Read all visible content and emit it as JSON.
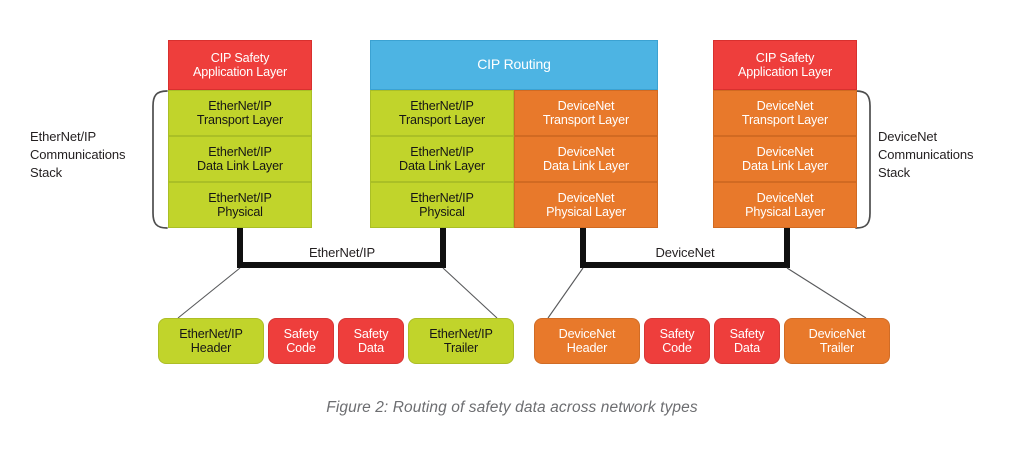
{
  "figure": {
    "caption": "Figure 2: Routing of safety data across network types"
  },
  "colors": {
    "safety_red": "#ee3e3c",
    "ethernetip_green": "#c1d42b",
    "devicenet_orange": "#e8792b",
    "cip_routing_blue": "#4db4e3",
    "bus_black": "#101010",
    "bracket_gray": "#4d4d4d",
    "caption_gray": "#6d6e71"
  },
  "annotations": {
    "left_stack_label": "EtherNet/IP\nCommunications\nStack",
    "left_stack_label_lines": [
      "EtherNet/IP",
      "Communications",
      "Stack"
    ],
    "right_stack_label_lines": [
      "DeviceNet",
      "Communications",
      "Stack"
    ]
  },
  "stacks": [
    {
      "id": "left-device-stack",
      "name": "EtherNet/IP safety device stack",
      "top": {
        "name": "cip-safety-application-layer",
        "lines": [
          "CIP Safety",
          "Application Layer"
        ],
        "color": "safety_red"
      },
      "columns": [
        {
          "id": "ethernetip-column",
          "color": "ethernetip_green",
          "layers": [
            {
              "name": "ethernetip-transport-layer",
              "lines": [
                "EtherNet/IP",
                "Transport Layer"
              ]
            },
            {
              "name": "ethernetip-data-link-layer",
              "lines": [
                "EtherNet/IP",
                "Data Link Layer"
              ]
            },
            {
              "name": "ethernetip-physical",
              "lines": [
                "EtherNet/IP",
                "Physical"
              ]
            }
          ]
        }
      ]
    },
    {
      "id": "center-router-stack",
      "name": "CIP routing device stack",
      "top": {
        "name": "cip-routing-layer",
        "lines": [
          "CIP Routing"
        ],
        "color": "cip_routing_blue"
      },
      "columns": [
        {
          "id": "ethernetip-column",
          "color": "ethernetip_green",
          "layers": [
            {
              "name": "ethernetip-transport-layer",
              "lines": [
                "EtherNet/IP",
                "Transport Layer"
              ]
            },
            {
              "name": "ethernetip-data-link-layer",
              "lines": [
                "EtherNet/IP",
                "Data Link Layer"
              ]
            },
            {
              "name": "ethernetip-physical",
              "lines": [
                "EtherNet/IP",
                "Physical"
              ]
            }
          ]
        },
        {
          "id": "devicenet-column",
          "color": "devicenet_orange",
          "layers": [
            {
              "name": "devicenet-transport-layer",
              "lines": [
                "DeviceNet",
                "Transport Layer"
              ]
            },
            {
              "name": "devicenet-data-link-layer",
              "lines": [
                "DeviceNet",
                "Data Link Layer"
              ]
            },
            {
              "name": "devicenet-physical-layer",
              "lines": [
                "DeviceNet",
                "Physical Layer"
              ]
            }
          ]
        }
      ]
    },
    {
      "id": "right-device-stack",
      "name": "DeviceNet safety device stack",
      "top": {
        "name": "cip-safety-application-layer",
        "lines": [
          "CIP Safety",
          "Application Layer"
        ],
        "color": "safety_red"
      },
      "columns": [
        {
          "id": "devicenet-column",
          "color": "devicenet_orange",
          "layers": [
            {
              "name": "devicenet-transport-layer",
              "lines": [
                "DeviceNet",
                "Transport Layer"
              ]
            },
            {
              "name": "devicenet-data-link-layer",
              "lines": [
                "DeviceNet",
                "Data Link Layer"
              ]
            },
            {
              "name": "devicenet-physical-layer",
              "lines": [
                "DeviceNet",
                "Physical Layer"
              ]
            }
          ]
        }
      ]
    }
  ],
  "networks": [
    {
      "id": "ethernetip-bus",
      "label": "EtherNet/IP"
    },
    {
      "id": "devicenet-bus",
      "label": "DeviceNet"
    }
  ],
  "frames": [
    {
      "id": "ethernetip-frame",
      "network": "EtherNet/IP",
      "fields": [
        {
          "name": "ethernetip-header",
          "lines": [
            "EtherNet/IP",
            "Header"
          ],
          "color": "ethernetip_green"
        },
        {
          "name": "safety-code",
          "lines": [
            "Safety",
            "Code"
          ],
          "color": "safety_red"
        },
        {
          "name": "safety-data",
          "lines": [
            "Safety",
            "Data"
          ],
          "color": "safety_red"
        },
        {
          "name": "ethernetip-trailer",
          "lines": [
            "EtherNet/IP",
            "Trailer"
          ],
          "color": "ethernetip_green"
        }
      ]
    },
    {
      "id": "devicenet-frame",
      "network": "DeviceNet",
      "fields": [
        {
          "name": "devicenet-header",
          "lines": [
            "DeviceNet",
            "Header"
          ],
          "color": "devicenet_orange"
        },
        {
          "name": "safety-code",
          "lines": [
            "Safety",
            "Code"
          ],
          "color": "safety_red"
        },
        {
          "name": "safety-data",
          "lines": [
            "Safety",
            "Data"
          ],
          "color": "safety_red"
        },
        {
          "name": "devicenet-trailer",
          "lines": [
            "DeviceNet",
            "Trailer"
          ],
          "color": "devicenet_orange"
        }
      ]
    }
  ]
}
